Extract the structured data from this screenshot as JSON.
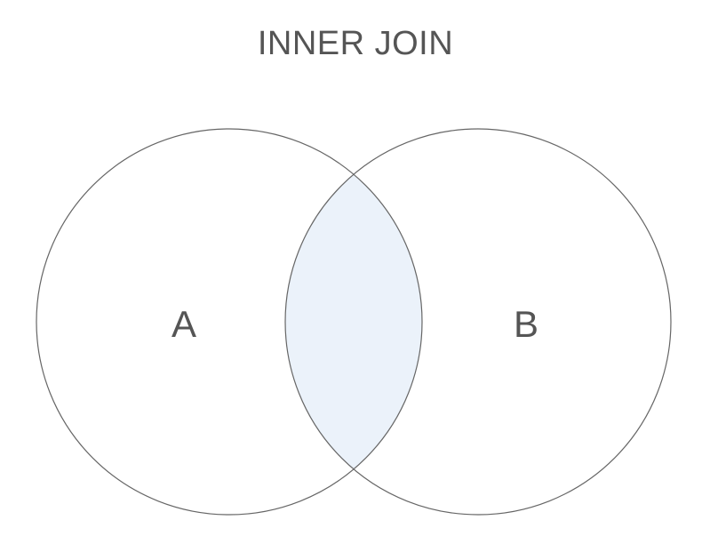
{
  "page": {
    "title": "INNER JOIN"
  },
  "diagram": {
    "type": "venn-join-diagram",
    "highlighted_region": "intersection",
    "left_set_label": "A",
    "right_set_label": "B",
    "colors": {
      "intersection_fill": "#EBF2FA",
      "circle_stroke": "#666666",
      "text": "#555555",
      "background": "#FFFFFF"
    }
  }
}
